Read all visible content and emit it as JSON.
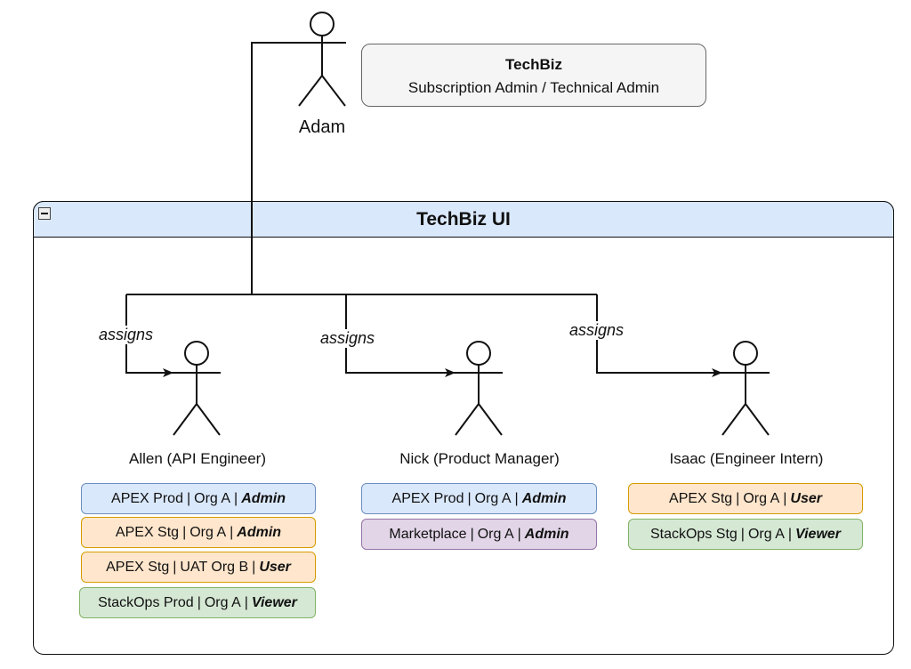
{
  "container": {
    "title": "TechBiz UI"
  },
  "note": {
    "title": "TechBiz",
    "subtitle": "Subscription Admin / Technical Admin"
  },
  "top_actor": {
    "name": "Adam"
  },
  "edge_label": "assigns",
  "actors": [
    {
      "name": "Allen (API Engineer)",
      "roles": [
        {
          "system": "APEX Prod",
          "org": "Org A",
          "role": "Admin",
          "color": "#dae8fc"
        },
        {
          "system": "APEX Stg",
          "org": "Org A",
          "role": "Admin",
          "color": "#ffe6cc"
        },
        {
          "system": "APEX Stg",
          "org": "UAT Org B",
          "role": "User",
          "color": "#ffe6cc"
        },
        {
          "system": "StackOps Prod",
          "org": "Org A",
          "role": "Viewer",
          "color": "#d5e8d4"
        }
      ]
    },
    {
      "name": "Nick (Product Manager)",
      "roles": [
        {
          "system": "APEX Prod",
          "org": "Org A",
          "role": "Admin",
          "color": "#dae8fc"
        },
        {
          "system": "Marketplace",
          "org": "Org A",
          "role": "Admin",
          "color": "#e1d5e7"
        }
      ]
    },
    {
      "name": "Isaac (Engineer Intern)",
      "roles": [
        {
          "system": "APEX Stg",
          "org": "Org A",
          "role": "User",
          "color": "#ffe6cc"
        },
        {
          "system": "StackOps Stg",
          "org": "Org A",
          "role": "Viewer",
          "color": "#d5e8d4"
        }
      ]
    }
  ]
}
